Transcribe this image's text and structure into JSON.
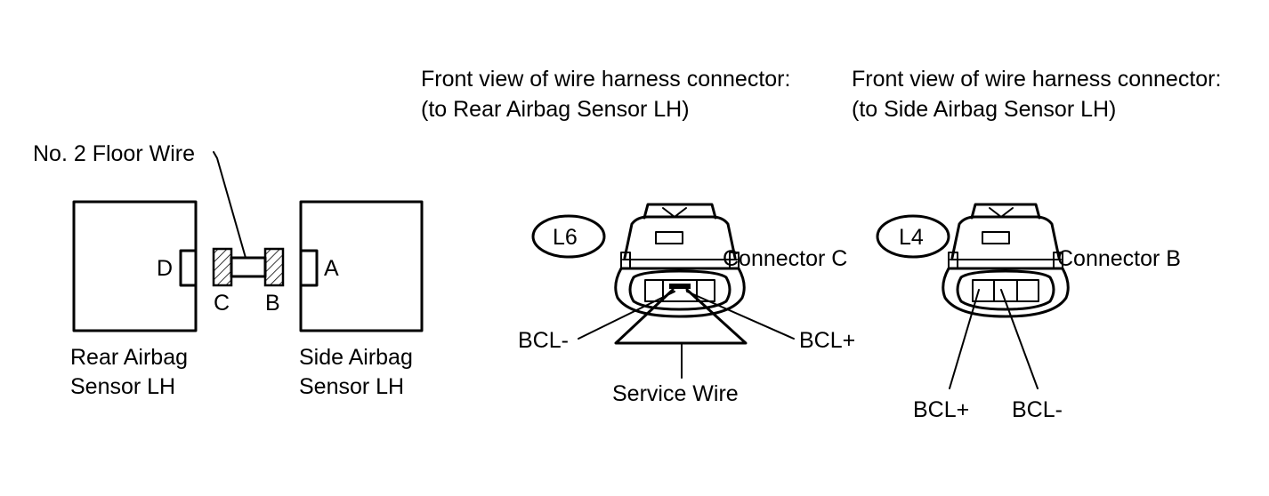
{
  "labels": {
    "floor_wire": "No. 2 Floor Wire",
    "rear_sensor_line1": "Rear Airbag",
    "rear_sensor_line2": "Sensor LH",
    "side_sensor_line1": "Side Airbag",
    "side_sensor_line2": "Sensor LH",
    "pin_d": "D",
    "pin_c": "C",
    "pin_b": "B",
    "pin_a": "A"
  },
  "connector_c": {
    "header_line1": "Front view of wire harness connector:",
    "header_line2": "(to Rear Airbag Sensor LH)",
    "code": "L6",
    "name": "Connector C",
    "pin_left": "BCL-",
    "pin_right": "BCL+",
    "service_wire": "Service Wire"
  },
  "connector_b": {
    "header_line1": "Front view of wire harness connector:",
    "header_line2": "(to Side Airbag Sensor LH)",
    "code": "L4",
    "name": "Connector B",
    "pin_left": "BCL+",
    "pin_right": "BCL-"
  }
}
